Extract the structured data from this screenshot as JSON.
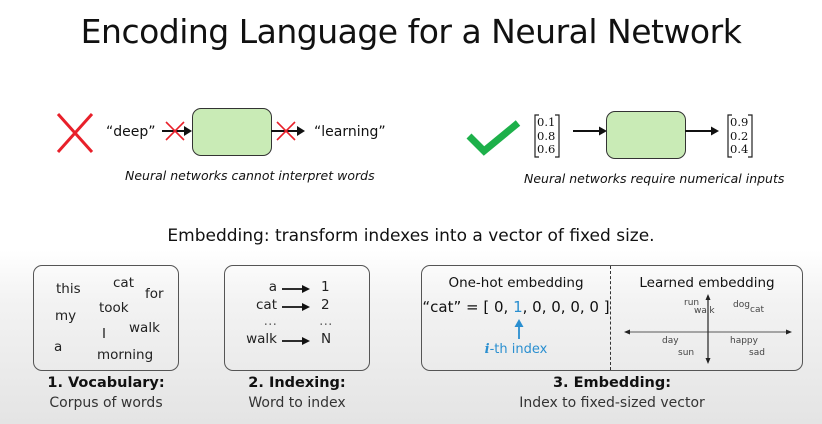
{
  "title": "Encoding Language for a Neural Network",
  "top_left": {
    "status_icon": "cross-icon",
    "input_word": "“deep”",
    "output_word": "“learning”",
    "caption": "Neural networks cannot interpret words"
  },
  "top_right": {
    "status_icon": "check-icon",
    "input_vector": [
      "0.1",
      "0.8",
      "0.6"
    ],
    "output_vector": [
      "0.9",
      "0.2",
      "0.4"
    ],
    "caption": "Neural networks require numerical inputs"
  },
  "subtitle": "Embedding: transform indexes into a vector of fixed size.",
  "vocabulary": {
    "words": [
      "this",
      "cat",
      "for",
      "took",
      "my",
      "walk",
      "I",
      "a",
      "morning"
    ],
    "label": "1. Vocabulary:",
    "sublabel": "Corpus of words"
  },
  "indexing": {
    "rows": [
      {
        "word": "a",
        "index": "1"
      },
      {
        "word": "cat",
        "index": "2"
      },
      {
        "word": "…",
        "index": "…"
      },
      {
        "word": "walk",
        "index": "N"
      }
    ],
    "label": "2. Indexing:",
    "sublabel": "Word to index"
  },
  "embedding": {
    "one_hot": {
      "heading": "One-hot embedding",
      "lhs": "“cat” = [ 0, ",
      "hot": "1",
      "rhs": ", 0, 0, 0, 0 ]",
      "pointer_label_i": "i",
      "pointer_label_rest": "-th index"
    },
    "learned": {
      "heading": "Learned embedding",
      "words": [
        "run",
        "walk",
        "dog",
        "cat",
        "day",
        "sun",
        "happy",
        "sad"
      ]
    },
    "label": "3. Embedding:",
    "sublabel": "Index to fixed-sized vector"
  },
  "colors": {
    "cross": "#e8202a",
    "check": "#1db04a",
    "box_fill": "#c9ebb6",
    "accent_blue": "#2a8fd0"
  }
}
